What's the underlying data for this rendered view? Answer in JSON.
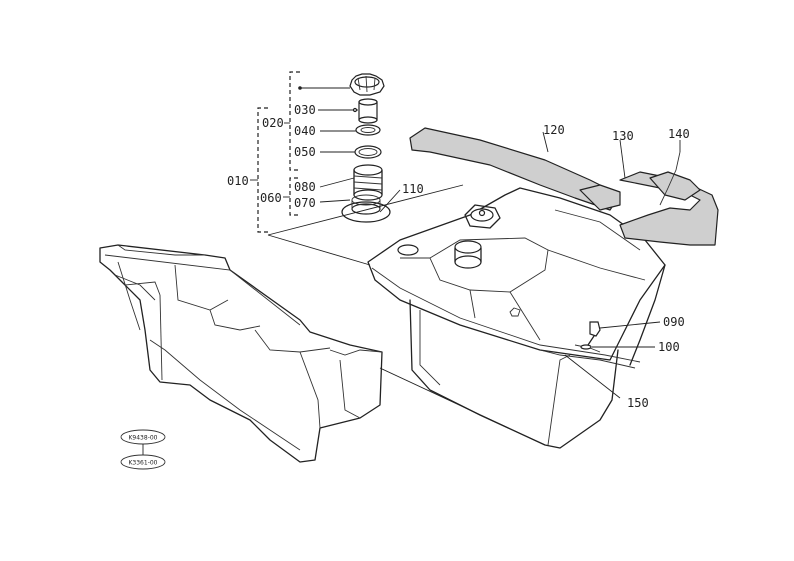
{
  "labels": {
    "p010": "010",
    "p020": "020",
    "p030": "030",
    "p040": "040",
    "p050": "050",
    "p060": "060",
    "p070": "070",
    "p080": "080",
    "p090": "090",
    "p100": "100",
    "p110": "110",
    "p120": "120",
    "p130": "130",
    "p140": "140",
    "p150": "150"
  },
  "codes": {
    "code1": "K9438-00",
    "code2": "K3361-00"
  }
}
